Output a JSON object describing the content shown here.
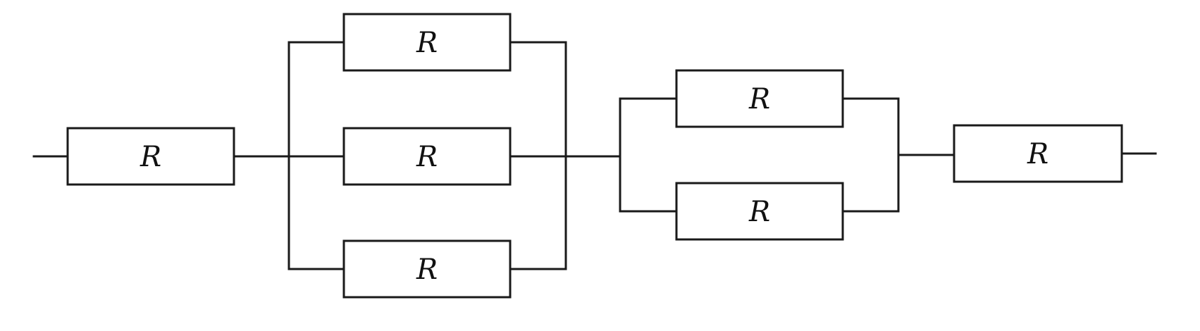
{
  "diagram": {
    "resistors": [
      {
        "id": "r1",
        "label": "R"
      },
      {
        "id": "r2",
        "label": "R"
      },
      {
        "id": "r3",
        "label": "R"
      },
      {
        "id": "r4",
        "label": "R"
      },
      {
        "id": "r5",
        "label": "R"
      },
      {
        "id": "r6",
        "label": "R"
      },
      {
        "id": "r7",
        "label": "R"
      }
    ]
  }
}
